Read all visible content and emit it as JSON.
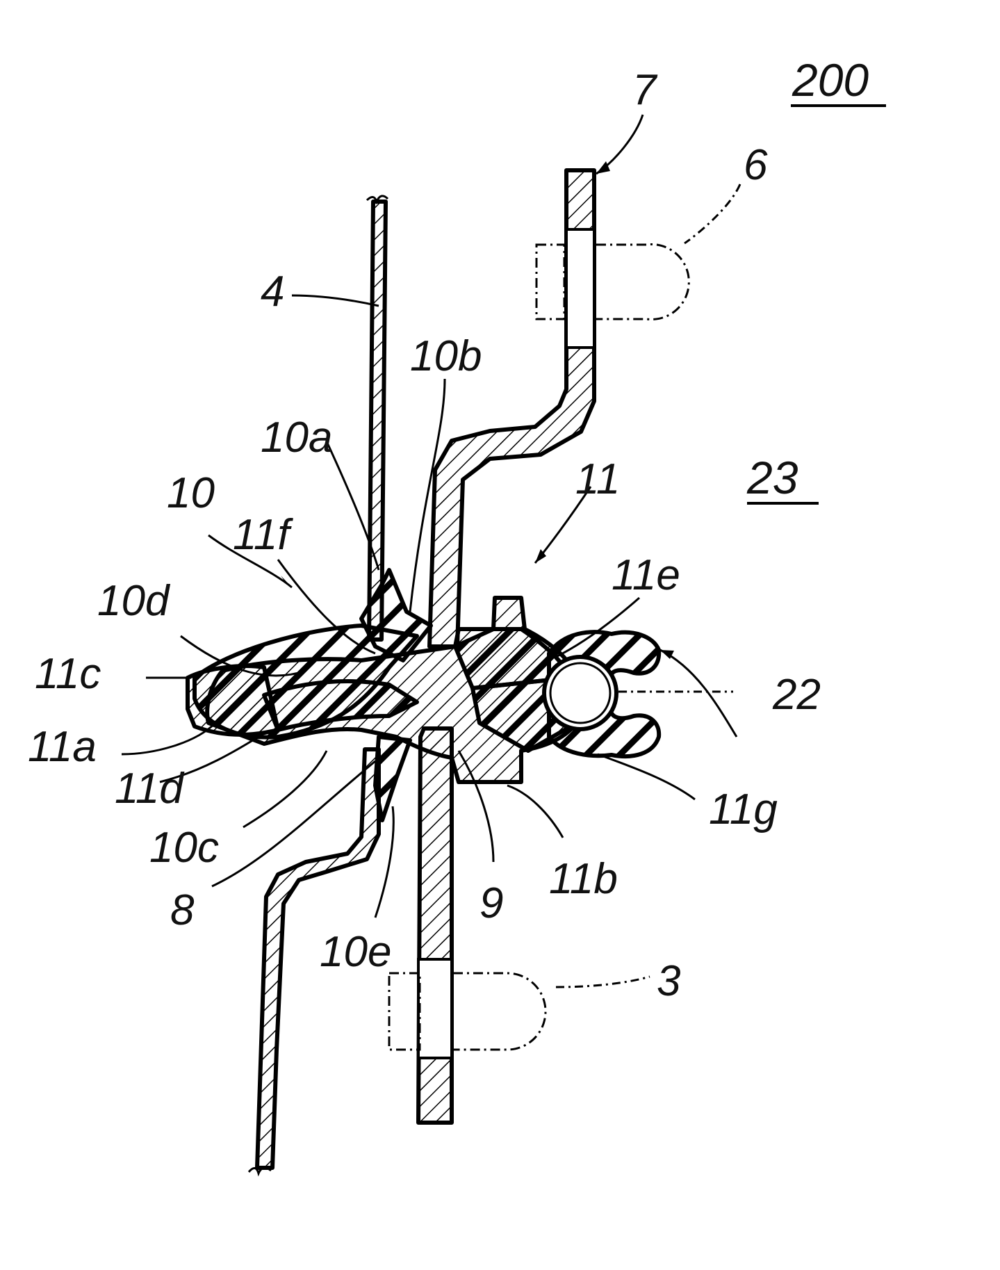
{
  "figure": {
    "assembly_number": "200",
    "sub_assembly_number": "23"
  },
  "labels": {
    "l7": "7",
    "l6": "6",
    "l4": "4",
    "l10b": "10b",
    "l10a": "10a",
    "l11": "11",
    "l10": "10",
    "l11f": "11f",
    "l11e": "11e",
    "l10d": "10d",
    "l11c": "11c",
    "l22": "22",
    "l11a": "11a",
    "l11d": "11d",
    "l11g": "11g",
    "l10c": "10c",
    "l8": "8",
    "l9": "9",
    "l11b": "11b",
    "l10e": "10e",
    "l3": "3"
  }
}
